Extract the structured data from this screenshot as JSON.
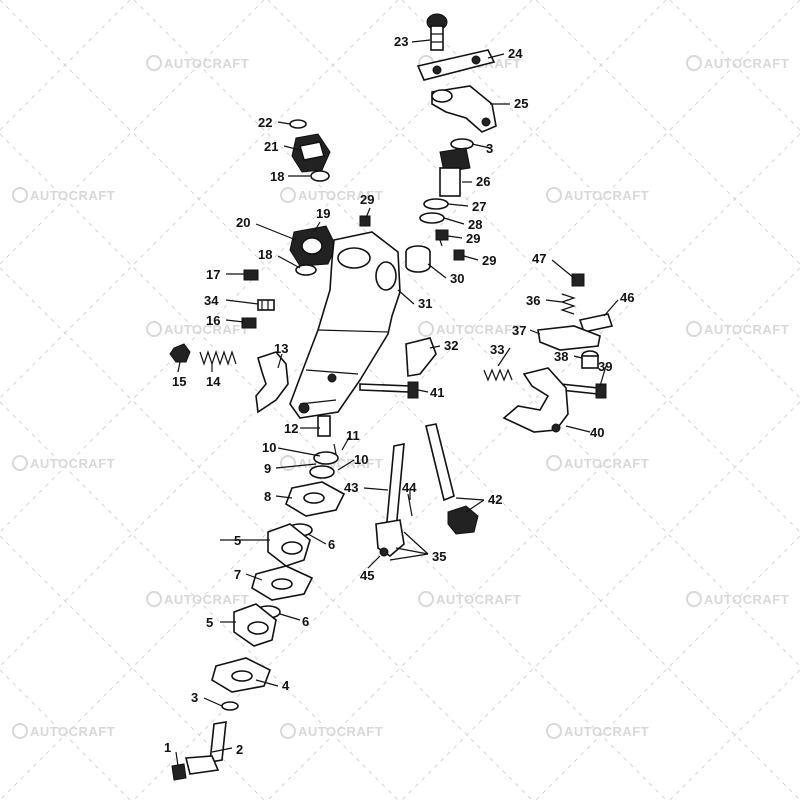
{
  "watermark": {
    "text": "AUTOCRAFT"
  },
  "callouts": [
    "1",
    "2",
    "3",
    "3",
    "4",
    "5",
    "5",
    "6",
    "6",
    "7",
    "8",
    "9",
    "10",
    "10",
    "11",
    "12",
    "13",
    "14",
    "15",
    "16",
    "17",
    "18",
    "18",
    "19",
    "20",
    "21",
    "22",
    "23",
    "24",
    "25",
    "26",
    "27",
    "28",
    "29",
    "29",
    "29",
    "30",
    "31",
    "32",
    "33",
    "34",
    "35",
    "36",
    "37",
    "38",
    "39",
    "40",
    "41",
    "42",
    "43",
    "44",
    "45",
    "46",
    "47"
  ]
}
